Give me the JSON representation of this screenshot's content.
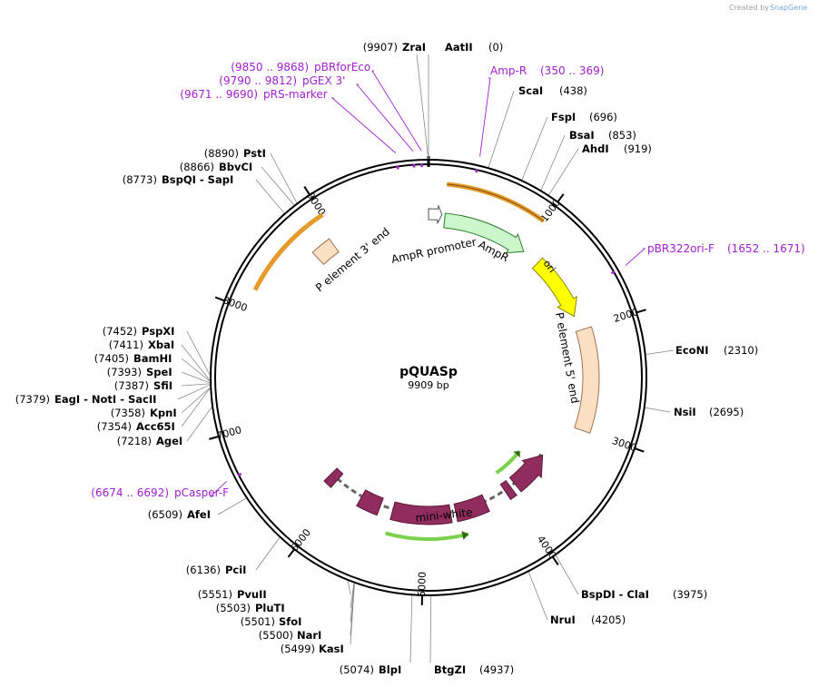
{
  "credit": {
    "prefix": "Created by",
    "brand": "SnapGene"
  },
  "plasmid": {
    "name": "pQUASp",
    "size": 9909,
    "size_label": "9909 bp"
  },
  "ticks": [
    1000,
    2000,
    3000,
    4000,
    5000,
    6000,
    7000,
    8000,
    9000
  ],
  "sites": [
    {
      "pos": "(9907)",
      "name": "ZraI"
    },
    {
      "pos": "(0)",
      "name": "AatII"
    },
    {
      "pos": "(438)",
      "name": "ScaI"
    },
    {
      "pos": "(696)",
      "name": "FspI"
    },
    {
      "pos": "(853)",
      "name": "BsaI"
    },
    {
      "pos": "(919)",
      "name": "AhdI"
    },
    {
      "pos": "(2310)",
      "name": "EcoNI"
    },
    {
      "pos": "(2695)",
      "name": "NsiI"
    },
    {
      "pos": "(3975)",
      "name": "BspDI - ClaI"
    },
    {
      "pos": "(4205)",
      "name": "NruI"
    },
    {
      "pos": "(4937)",
      "name": "BtgZI"
    },
    {
      "pos": "(5074)",
      "name": "BlpI"
    },
    {
      "pos": "(5499)",
      "name": "KasI"
    },
    {
      "pos": "(5500)",
      "name": "NarI"
    },
    {
      "pos": "(5501)",
      "name": "SfoI"
    },
    {
      "pos": "(5503)",
      "name": "PluTI"
    },
    {
      "pos": "(5551)",
      "name": "PvuII"
    },
    {
      "pos": "(6136)",
      "name": "PciI"
    },
    {
      "pos": "(6509)",
      "name": "AfeI"
    },
    {
      "pos": "(7218)",
      "name": "AgeI"
    },
    {
      "pos": "(7354)",
      "name": "Acc65I"
    },
    {
      "pos": "(7358)",
      "name": "KpnI"
    },
    {
      "pos": "(7379)",
      "name": "EagI - NotI - SacII"
    },
    {
      "pos": "(7387)",
      "name": "SfiI"
    },
    {
      "pos": "(7393)",
      "name": "SpeI"
    },
    {
      "pos": "(7405)",
      "name": "BamHI"
    },
    {
      "pos": "(7411)",
      "name": "XbaI"
    },
    {
      "pos": "(7452)",
      "name": "PspXI"
    },
    {
      "pos": "(8773)",
      "name": "BspQI - SapI"
    },
    {
      "pos": "(8866)",
      "name": "BbvCI"
    },
    {
      "pos": "(8890)",
      "name": "PstI"
    }
  ],
  "primers": [
    {
      "range": "(9850 .. 9868)",
      "name": "pBRforEco"
    },
    {
      "range": "(9790 .. 9812)",
      "name": "pGEX 3'"
    },
    {
      "range": "(9671 .. 9690)",
      "name": "pRS-marker"
    },
    {
      "range": "(350 .. 369)",
      "name": "Amp-R"
    },
    {
      "range": "(1652 .. 1671)",
      "name": "pBR322ori-F"
    },
    {
      "range": "(6674 .. 6692)",
      "name": "pCasper-F"
    }
  ],
  "features": [
    {
      "name": "AmpR",
      "color": "#ccf7cc"
    },
    {
      "name": "AmpR promoter",
      "color": "#ffffff"
    },
    {
      "name": "ori",
      "color": "#ffff00"
    },
    {
      "name": "P element 5' end",
      "color": "#fde0c4"
    },
    {
      "name": "P element 3' end",
      "color": "#fde0c4"
    },
    {
      "name": "mini-white",
      "color": "#912d5e"
    }
  ]
}
